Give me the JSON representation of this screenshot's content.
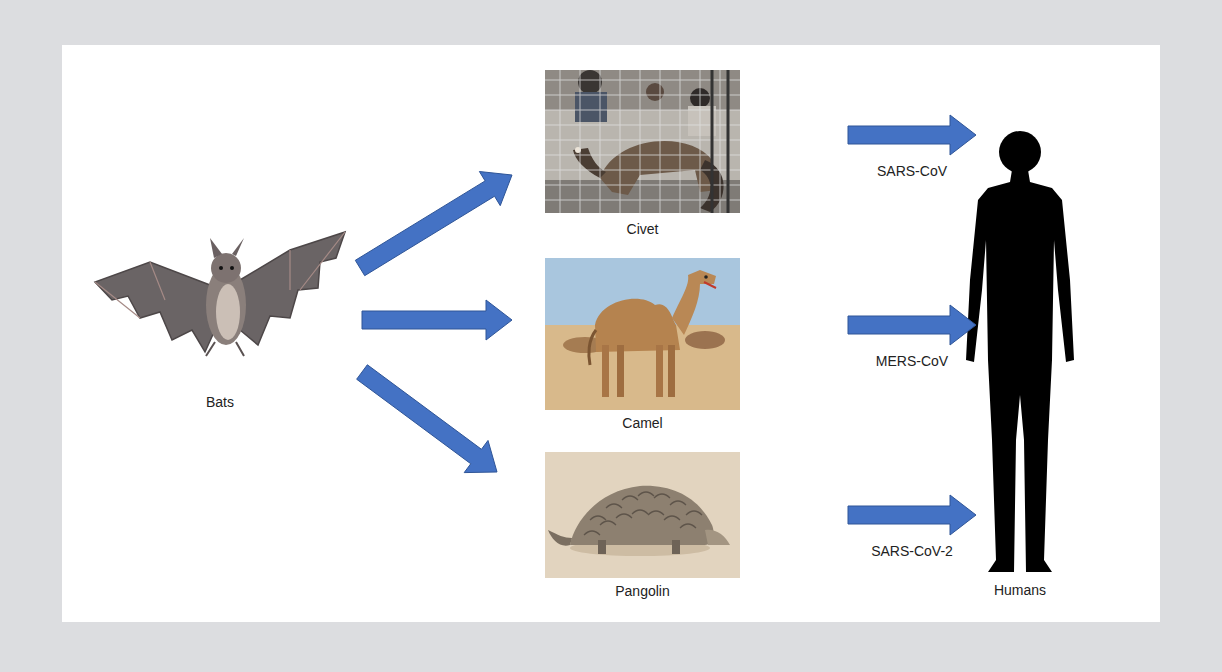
{
  "diagram": {
    "nodes": [
      {
        "text": [
          "Bats"
        ]
      },
      {
        "text": [
          "Civet"
        ]
      },
      {
        "text": [
          "Camel"
        ]
      },
      {
        "text": [
          "Pangolin"
        ]
      },
      {
        "text": [
          "Humans"
        ]
      }
    ],
    "edges": [
      {
        "from": 0,
        "to": 1,
        "arrow": "to"
      },
      {
        "from": 0,
        "to": 2,
        "arrow": "to"
      },
      {
        "from": 0,
        "to": 3,
        "arrow": "to"
      },
      {
        "from": 1,
        "to": 4,
        "label": "SARS-CoV",
        "arrow": "to"
      },
      {
        "from": 2,
        "to": 4,
        "label": "MERS-CoV",
        "arrow": "to"
      },
      {
        "from": 3,
        "to": 4,
        "label": "SARS-CoV-2",
        "arrow": "to"
      }
    ]
  }
}
